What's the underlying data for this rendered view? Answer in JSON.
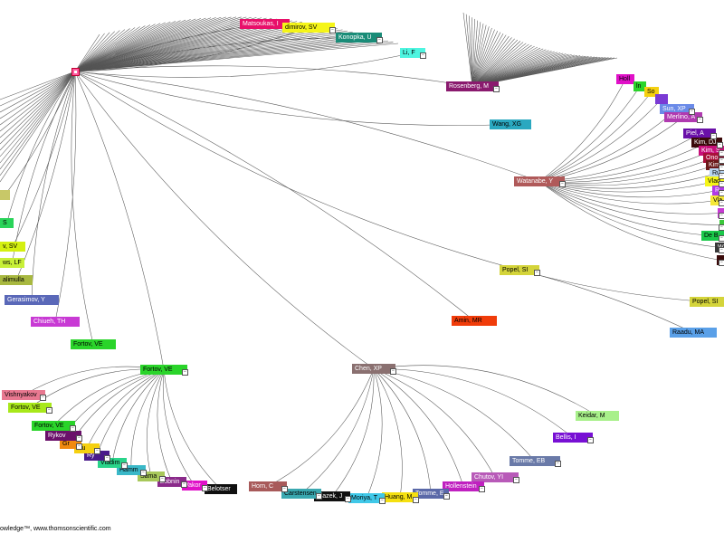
{
  "footer": "owledge™, www.thomsonscientific.com",
  "nodes": [
    {
      "id": "matsoukas",
      "label": "Matsoukas, I",
      "color": "#e8106a",
      "text": "#ffffff"
    },
    {
      "id": "vladimirov",
      "label": "dimirov, SV",
      "color": "#f5f518",
      "text": "#000000"
    },
    {
      "id": "konopka",
      "label": "Konopka, U",
      "color": "#1a8c78",
      "text": "#ffffff"
    },
    {
      "id": "li",
      "label": "Li, F",
      "color": "#4ef5e0",
      "text": "#000000"
    },
    {
      "id": "rosenberg",
      "label": "Rosenberg, M",
      "color": "#8a1a6e",
      "text": "#ffffff"
    },
    {
      "id": "wang",
      "label": "Wang, XG",
      "color": "#2aa8c0",
      "text": "#000000"
    },
    {
      "id": "watanabe",
      "label": "Watanabe, Y",
      "color": "#b05a5a",
      "text": "#ffffff"
    },
    {
      "id": "popel",
      "label": "Popel, SI",
      "color": "#d4d43a",
      "text": "#000000"
    },
    {
      "id": "popel2",
      "label": "Popel, SI",
      "color": "#d4d43a",
      "text": "#000000"
    },
    {
      "id": "raadu",
      "label": "Raadu, MA",
      "color": "#5aa0e8",
      "text": "#000000"
    },
    {
      "id": "amin",
      "label": "Amin, MR",
      "color": "#f03c0a",
      "text": "#000000"
    },
    {
      "id": "fortov1",
      "label": "Fortov, VE",
      "color": "#2ad42a",
      "text": "#000000"
    },
    {
      "id": "fortov-hub",
      "label": "Fortov, VE",
      "color": "#2ad42a",
      "text": "#000000"
    },
    {
      "id": "chen",
      "label": "Chen, XP",
      "color": "#8a7070",
      "text": "#ffffff"
    },
    {
      "id": "keidar",
      "label": "Keidar, M",
      "color": "#a8f08a",
      "text": "#000000"
    },
    {
      "id": "bellis",
      "label": "Bellis, I",
      "color": "#7810d4",
      "text": "#ffffff"
    },
    {
      "id": "tomme-eb",
      "label": "Tomme, EB",
      "color": "#6a7aa8",
      "text": "#ffffff"
    },
    {
      "id": "chutov",
      "label": "Chutov, YI",
      "color": "#b85ab8",
      "text": "#ffffff"
    },
    {
      "id": "hollenstein",
      "label": "Hollenstein",
      "color": "#c020c0",
      "text": "#ffffff"
    },
    {
      "id": "tomme-e",
      "label": "Tomme, E",
      "color": "#5a68a8",
      "text": "#ffffff"
    },
    {
      "id": "huang",
      "label": "Huang, M",
      "color": "#f5e010",
      "text": "#000000"
    },
    {
      "id": "moriya",
      "label": "Moriya, T",
      "color": "#40c8e8",
      "text": "#000000"
    },
    {
      "id": "blazek",
      "label": "Blazek, J",
      "color": "#101010",
      "text": "#ffffff"
    },
    {
      "id": "carstensen",
      "label": "Carstensen",
      "color": "#3aa8b0",
      "text": "#000000"
    },
    {
      "id": "horn",
      "label": "Horn, C",
      "color": "#a85a5a",
      "text": "#ffffff"
    },
    {
      "id": "belotser",
      "label": "Belotser",
      "color": "#101010",
      "text": "#ffffff"
    },
    {
      "id": "vakor",
      "label": "Vakor",
      "color": "#e010c8",
      "text": "#ffffff"
    },
    {
      "id": "zobnin",
      "label": "Zobnin",
      "color": "#8a2a8a",
      "text": "#ffffff"
    },
    {
      "id": "sama",
      "label": "Sama",
      "color": "#a8c85a",
      "text": "#000000"
    },
    {
      "id": "hamm",
      "label": "Hamm",
      "color": "#3ab8c8",
      "text": "#000000"
    },
    {
      "id": "vladim",
      "label": "Vladim",
      "color": "#2ad48a",
      "text": "#000000"
    },
    {
      "id": "ry",
      "label": "Ry",
      "color": "#4a1a8a",
      "text": "#ffffff"
    },
    {
      "id": "gu",
      "label": "Gu",
      "color": "#f5d010",
      "text": "#000000"
    },
    {
      "id": "gr",
      "label": "Gr",
      "color": "#f08a10",
      "text": "#000000"
    },
    {
      "id": "rykov",
      "label": "Rykov",
      "color": "#6a106a",
      "text": "#ffffff"
    },
    {
      "id": "fortov2",
      "label": "Fortov, VE",
      "color": "#2ad42a",
      "text": "#000000"
    },
    {
      "id": "fortov3",
      "label": "Fortov, VE",
      "color": "#a8e81a",
      "text": "#000000"
    },
    {
      "id": "vishnyakov",
      "label": "Vishnyakov",
      "color": "#e87890",
      "text": "#000000"
    },
    {
      "id": "chiueh",
      "label": "Chiueh, TH",
      "color": "#c83ad4",
      "text": "#ffffff"
    },
    {
      "id": "gerasimov",
      "label": "Gerasimov, Y",
      "color": "#5a68b8",
      "text": "#ffffff"
    },
    {
      "id": "khrapak",
      "label": "alimulla",
      "color": "#a8b840",
      "text": "#000000"
    },
    {
      "id": "mews",
      "label": "ws, LF",
      "color": "#c8f038",
      "text": "#000000"
    },
    {
      "id": "sv2",
      "label": "v, SV",
      "color": "#d4f010",
      "text": "#000000"
    },
    {
      "id": "s1",
      "label": "S",
      "color": "#2ad45a",
      "text": "#000000"
    },
    {
      "id": "left1",
      "label": "",
      "color": "#c8c868",
      "text": "#000000"
    },
    {
      "id": "holl",
      "label": "Holl",
      "color": "#e010c8",
      "text": "#000000"
    },
    {
      "id": "kn",
      "label": "ln",
      "color": "#2ad42a",
      "text": "#000000"
    },
    {
      "id": "so",
      "label": "So",
      "color": "#f5d010",
      "text": "#000000"
    },
    {
      "id": "r1",
      "label": "",
      "color": "#7a3ad4",
      "text": "#ffffff"
    },
    {
      "id": "sun",
      "label": "Sun, XP",
      "color": "#6a8ae8",
      "text": "#ffffff"
    },
    {
      "id": "merlino",
      "label": "Merlino, A",
      "color": "#b03ab0",
      "text": "#ffffff"
    },
    {
      "id": "piel",
      "label": "Piel, A",
      "color": "#6a10a8",
      "text": "#ffffff"
    },
    {
      "id": "kim-dj",
      "label": "Kim, DJ",
      "color": "#3a0a0a",
      "text": "#ffffff"
    },
    {
      "id": "kim-s",
      "label": "Kim, S",
      "color": "#c8107a",
      "text": "#ffffff"
    },
    {
      "id": "ono",
      "label": "Ono",
      "color": "#a8103a",
      "text": "#ffffff"
    },
    {
      "id": "kim2",
      "label": "Kim",
      "color": "#6a1a1a",
      "text": "#ffffff"
    },
    {
      "id": "ru",
      "label": "Ru",
      "color": "#b8d4f0",
      "text": "#000000"
    },
    {
      "id": "vlad2",
      "label": "Vlad",
      "color": "#f5f518",
      "text": "#000000"
    },
    {
      "id": "r2",
      "label": "R",
      "color": "#b03ae8",
      "text": "#ffffff"
    },
    {
      "id": "vla3",
      "label": "Vla",
      "color": "#f5e838",
      "text": "#000000"
    },
    {
      "id": "m1",
      "label": "",
      "color": "#c83ad4",
      "text": "#ffffff"
    },
    {
      "id": "g1",
      "label": "",
      "color": "#3ac83a",
      "text": "#000000"
    },
    {
      "id": "de-b",
      "label": "De B",
      "color": "#1ac84a",
      "text": "#000000"
    },
    {
      "id": "w1",
      "label": "W",
      "color": "#3a3a3a",
      "text": "#ffffff"
    },
    {
      "id": "k1",
      "label": "",
      "color": "#3a0a0a",
      "text": "#ffffff"
    }
  ]
}
